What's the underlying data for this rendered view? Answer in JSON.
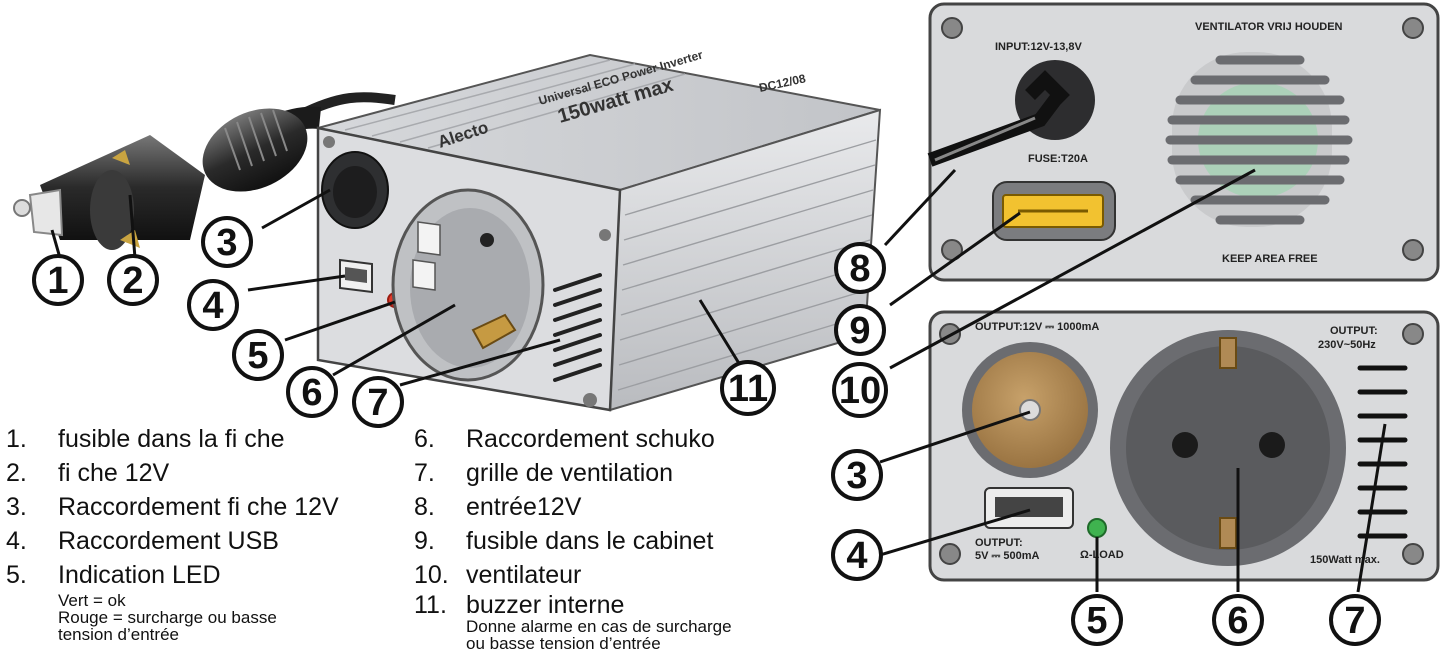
{
  "device_labels": {
    "brand": "Alecto",
    "model_line": "Universal ECO Power Inverter",
    "watt_label": "150watt max",
    "model_code": "DC12/08"
  },
  "back_panel": {
    "input_label": "INPUT:12V-13,8V",
    "fan_top_label": "VENTILATOR VRIJ HOUDEN",
    "fuse_label": "FUSE:T20A",
    "fan_bottom_label": "KEEP AREA FREE"
  },
  "front_panel": {
    "output_12v_label": "OUTPUT:12V ⎓ 1000mA",
    "output_ac_line1": "OUTPUT:",
    "output_ac_line2": "230V~50Hz",
    "usb_line1": "OUTPUT:",
    "usb_line2": "5V ⎓ 500mA",
    "led_label": "Ω-LOAD",
    "watt_label": "150Watt max."
  },
  "callouts": {
    "c1": "1",
    "c2": "2",
    "c3": "3",
    "c4": "4",
    "c5": "5",
    "c6": "6",
    "c7": "7",
    "c8": "8",
    "c9": "9",
    "c10": "10",
    "c11": "11",
    "f3": "3",
    "f4": "4",
    "f5": "5",
    "f6": "6",
    "f7": "7"
  },
  "legend": {
    "items": [
      {
        "num": "1.",
        "text": "fusible dans la fi che"
      },
      {
        "num": "2.",
        "text": "fi che 12V"
      },
      {
        "num": "3.",
        "text": "Raccordement fi che 12V"
      },
      {
        "num": "4.",
        "text": "Raccordement USB"
      },
      {
        "num": "5.",
        "text": "Indication LED"
      },
      {
        "num": "6.",
        "text": "Raccordement schuko"
      },
      {
        "num": "7.",
        "text": "grille de ventilation"
      },
      {
        "num": "8.",
        "text": "entrée12V"
      },
      {
        "num": "9.",
        "text": "fusible dans le cabinet"
      },
      {
        "num": "10.",
        "text": "ventilateur"
      },
      {
        "num": "11.",
        "text": "buzzer interne"
      }
    ],
    "item5_notes": [
      "Vert = ok",
      "Rouge = surcharge ou basse",
      "tension d’entrée"
    ],
    "item11_notes": [
      "Donne alarme en cas de surcharge",
      "ou basse tension d’entrée"
    ]
  },
  "colors": {
    "aluminium": "#cfd1d4",
    "panel": "#d9dadc",
    "dark_socket": "#5a5b5e",
    "brass": "#b08a55",
    "fuse_yellow": "#f2c230",
    "led_green": "#3fb34f",
    "led_red": "#e0392a",
    "fan_green": "#9fd4b0"
  }
}
